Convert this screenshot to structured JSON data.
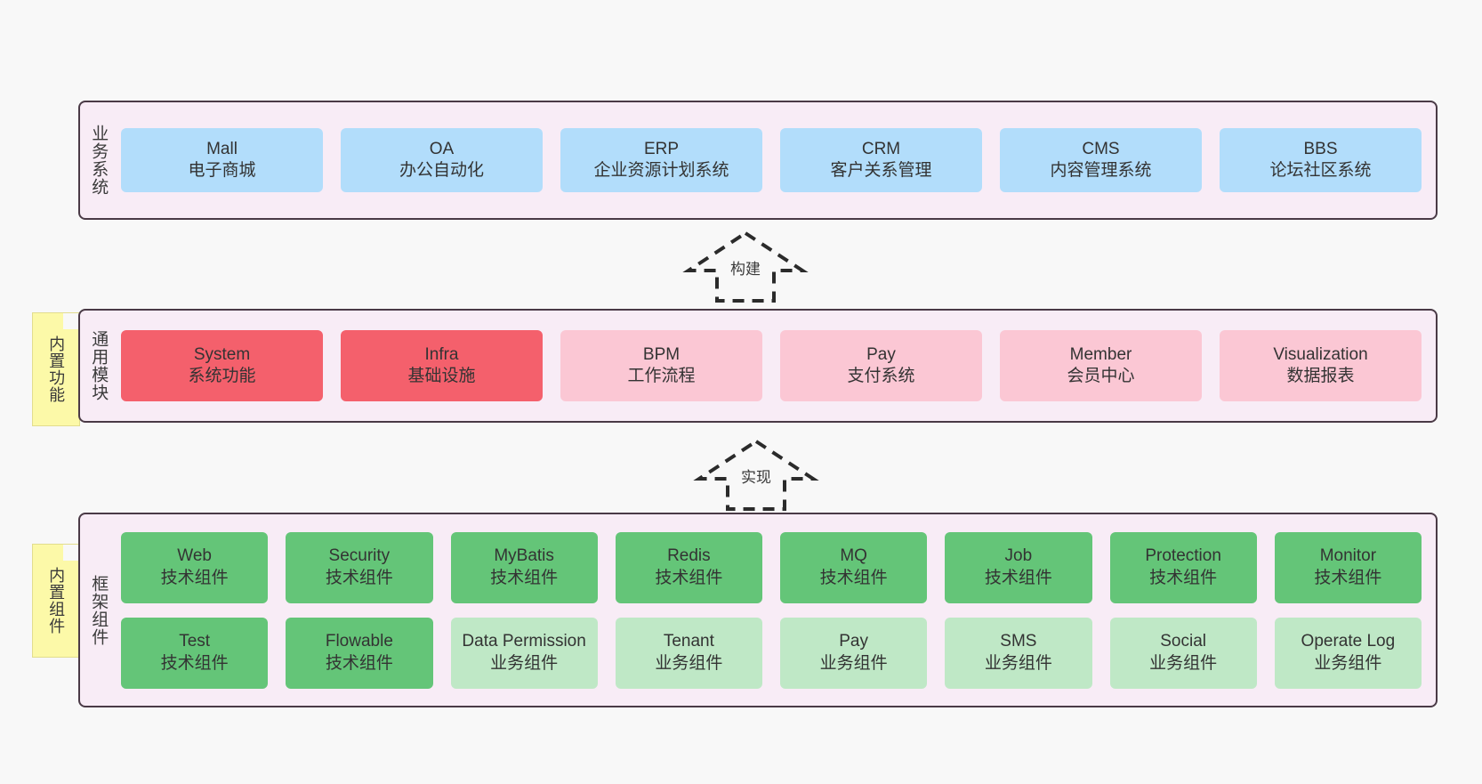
{
  "diagram": {
    "background": "#f8f8f8",
    "palette": {
      "panel_bg": "#f8ecf6",
      "panel_border": "#4a3a46",
      "blue": "#b2ddfb",
      "red": "#f4606c",
      "pink": "#fbc7d4",
      "green": "#64c578",
      "green_light": "#bfe8c6",
      "note_yellow": "#fcf9a8"
    }
  },
  "notes": [
    {
      "text": "内置功能"
    },
    {
      "text": "内置组件"
    }
  ],
  "connectors": [
    {
      "label": "构建",
      "style": "dashed-hollow-arrow-up"
    },
    {
      "label": "实现",
      "style": "dashed-hollow-arrow-up"
    }
  ],
  "layers": [
    {
      "id": "business",
      "title": "业务系统",
      "rows": [
        {
          "cards": [
            {
              "en": "Mall",
              "cn": "电子商城",
              "color": "blue"
            },
            {
              "en": "OA",
              "cn": "办公自动化",
              "color": "blue"
            },
            {
              "en": "ERP",
              "cn": "企业资源计划系统",
              "color": "blue"
            },
            {
              "en": "CRM",
              "cn": "客户关系管理",
              "color": "blue"
            },
            {
              "en": "CMS",
              "cn": "内容管理系统",
              "color": "blue"
            },
            {
              "en": "BBS",
              "cn": "论坛社区系统",
              "color": "blue"
            }
          ]
        }
      ]
    },
    {
      "id": "modules",
      "title": "通用模块",
      "rows": [
        {
          "cards": [
            {
              "en": "System",
              "cn": "系统功能",
              "color": "red"
            },
            {
              "en": "Infra",
              "cn": "基础设施",
              "color": "red"
            },
            {
              "en": "BPM",
              "cn": "工作流程",
              "color": "pink"
            },
            {
              "en": "Pay",
              "cn": "支付系统",
              "color": "pink"
            },
            {
              "en": "Member",
              "cn": "会员中心",
              "color": "pink"
            },
            {
              "en": "Visualization",
              "cn": "数据报表",
              "color": "pink"
            }
          ]
        }
      ]
    },
    {
      "id": "framework",
      "title": "框架组件",
      "rows": [
        {
          "cards": [
            {
              "en": "Web",
              "cn": "技术组件",
              "color": "green"
            },
            {
              "en": "Security",
              "cn": "技术组件",
              "color": "green"
            },
            {
              "en": "MyBatis",
              "cn": "技术组件",
              "color": "green"
            },
            {
              "en": "Redis",
              "cn": "技术组件",
              "color": "green"
            },
            {
              "en": "MQ",
              "cn": "技术组件",
              "color": "green"
            },
            {
              "en": "Job",
              "cn": "技术组件",
              "color": "green"
            },
            {
              "en": "Protection",
              "cn": "技术组件",
              "color": "green"
            },
            {
              "en": "Monitor",
              "cn": "技术组件",
              "color": "green"
            }
          ]
        },
        {
          "cards": [
            {
              "en": "Test",
              "cn": "技术组件",
              "color": "green"
            },
            {
              "en": "Flowable",
              "cn": "技术组件",
              "color": "green"
            },
            {
              "en": "Data Permission",
              "cn": "业务组件",
              "color": "green_light"
            },
            {
              "en": "Tenant",
              "cn": "业务组件",
              "color": "green_light"
            },
            {
              "en": "Pay",
              "cn": "业务组件",
              "color": "green_light"
            },
            {
              "en": "SMS",
              "cn": "业务组件",
              "color": "green_light"
            },
            {
              "en": "Social",
              "cn": "业务组件",
              "color": "green_light"
            },
            {
              "en": "Operate Log",
              "cn": "业务组件",
              "color": "green_light"
            }
          ]
        }
      ]
    }
  ]
}
